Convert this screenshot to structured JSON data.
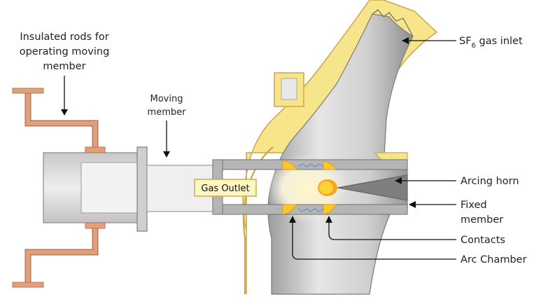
{
  "labels": {
    "insulated_rods": [
      "Insulated rods for",
      "operating moving",
      "member"
    ],
    "moving_member": [
      "Moving",
      "member"
    ],
    "sf6_inlet_prefix": "SF",
    "sf6_inlet_sub": "6",
    "sf6_inlet_suffix": " gas inlet",
    "gas_outlet": "Gas Outlet",
    "arcing_horn": "Arcing horn",
    "fixed_member": [
      "Fixed",
      "member"
    ],
    "contacts": "Contacts",
    "arc_chamber": "Arc Chamber"
  },
  "colors": {
    "pipe_fill": "#d6d6d6",
    "pipe_dark": "#9a9a9a",
    "rod_color": "#e0a07a",
    "rod_stroke": "#b8735a",
    "insulation": "#f6e58a",
    "insulation_stroke": "#caa64a",
    "arc_yellow": "#ffd23a",
    "arc_orange": "#f5a623",
    "leader": "#111111"
  }
}
